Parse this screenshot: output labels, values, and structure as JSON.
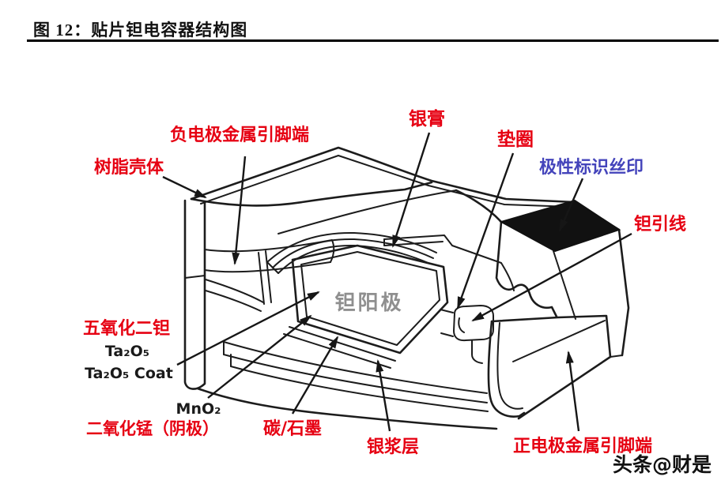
{
  "header": {
    "title": "图 12：贴片钽电容器结构图"
  },
  "diagram": {
    "center_label": {
      "text": "钽阳极",
      "color": "#8f8f8f"
    },
    "labels": [
      {
        "id": "negative-lead",
        "text": "负电极金属引脚端",
        "color": "#e60012"
      },
      {
        "id": "resin-case",
        "text": "树脂壳体",
        "color": "#e60012"
      },
      {
        "id": "silver-paste-top",
        "text": "银膏",
        "color": "#e60012"
      },
      {
        "id": "washer",
        "text": "垫圈",
        "color": "#e60012"
      },
      {
        "id": "polarity-mark",
        "text": "极性标识丝印",
        "color": "#4444bb"
      },
      {
        "id": "tantalum-wire",
        "text": "钽引线",
        "color": "#e60012"
      },
      {
        "id": "tantalum-pentoxide",
        "text": "五氧化二钽",
        "color": "#e60012"
      },
      {
        "id": "ta2o5",
        "text": "Ta₂O₅",
        "color": "#1a1a1a"
      },
      {
        "id": "ta2o5-coat",
        "text": "Ta₂O₅ Coat",
        "color": "#1a1a1a"
      },
      {
        "id": "mno2",
        "text": "MnO₂",
        "color": "#1a1a1a"
      },
      {
        "id": "manganese-dioxide",
        "text": "二氧化锰（阴极）",
        "color": "#e60012"
      },
      {
        "id": "carbon-graphite",
        "text": "碳/石墨",
        "color": "#e60012"
      },
      {
        "id": "silver-paste-layer",
        "text": "银浆层",
        "color": "#e60012"
      },
      {
        "id": "positive-lead",
        "text": "正电极金属引脚端",
        "color": "#e60012"
      }
    ],
    "polarity_block_color": "#111111",
    "watermark": "头条@财是"
  }
}
